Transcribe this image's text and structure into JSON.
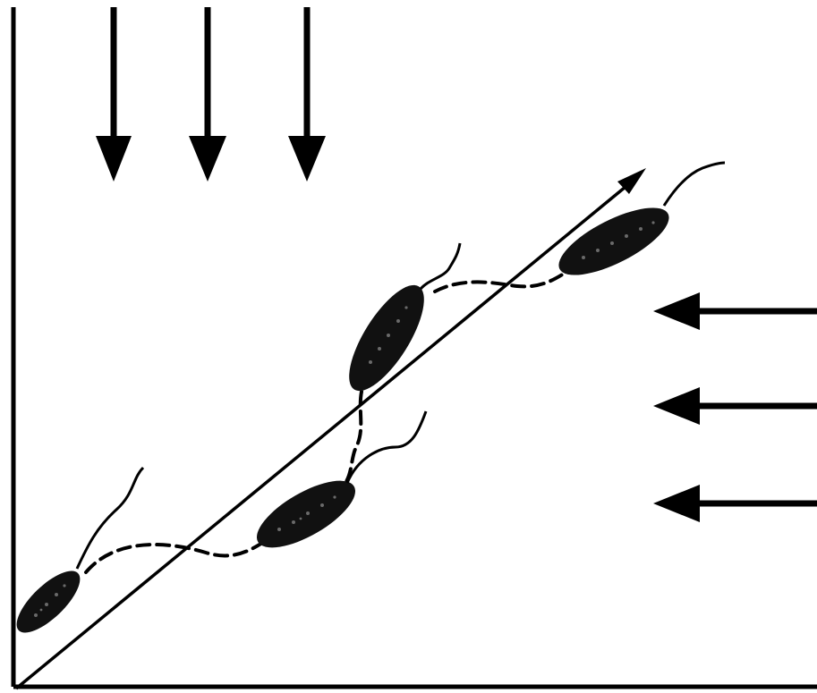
{
  "figure": {
    "background": "#ffffff",
    "ink": "#000000",
    "cell_fill": "#111111",
    "cell_speckle": "#6a6a6a"
  },
  "axes": {
    "has_x_axis": true,
    "has_y_axis": true,
    "tick_labels": []
  },
  "elements": {
    "top_arrows": {
      "count": 3,
      "direction": "down"
    },
    "side_arrows": {
      "count": 3,
      "direction": "left"
    },
    "diagonal_line": {
      "has_arrowhead": true
    },
    "bacteria": {
      "count": 4,
      "has_flagellum": true
    },
    "paths": {
      "style": "dashed",
      "count": 3
    }
  }
}
